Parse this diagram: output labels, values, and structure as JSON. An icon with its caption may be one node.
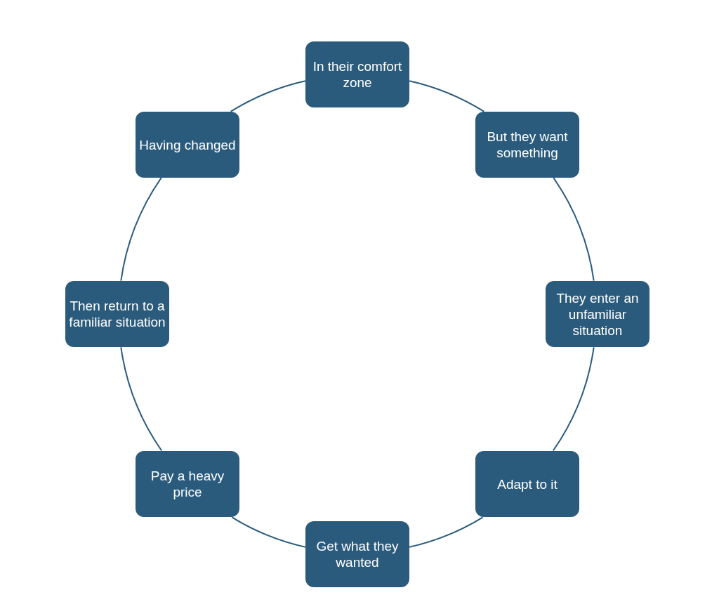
{
  "diagram": {
    "nodes": [
      {
        "text": [
          "In their comfort zone"
        ]
      },
      {
        "text": [
          "But they want something"
        ]
      },
      {
        "text": [
          "They enter an unfamiliar situation"
        ]
      },
      {
        "text": [
          "Adapt to it"
        ]
      },
      {
        "text": [
          "Get what they wanted"
        ]
      },
      {
        "text": [
          "Pay a heavy price"
        ]
      },
      {
        "text": [
          "Then return to a familiar situation"
        ]
      },
      {
        "text": [
          "Having changed"
        ]
      }
    ],
    "edges": [
      {
        "from": 0,
        "to": 1,
        "arrow": "none"
      },
      {
        "from": 1,
        "to": 2,
        "arrow": "none"
      },
      {
        "from": 2,
        "to": 3,
        "arrow": "none"
      },
      {
        "from": 3,
        "to": 4,
        "arrow": "none"
      },
      {
        "from": 4,
        "to": 5,
        "arrow": "none"
      },
      {
        "from": 5,
        "to": 6,
        "arrow": "none"
      },
      {
        "from": 6,
        "to": 7,
        "arrow": "none"
      },
      {
        "from": 7,
        "to": 0,
        "arrow": "none"
      }
    ]
  }
}
